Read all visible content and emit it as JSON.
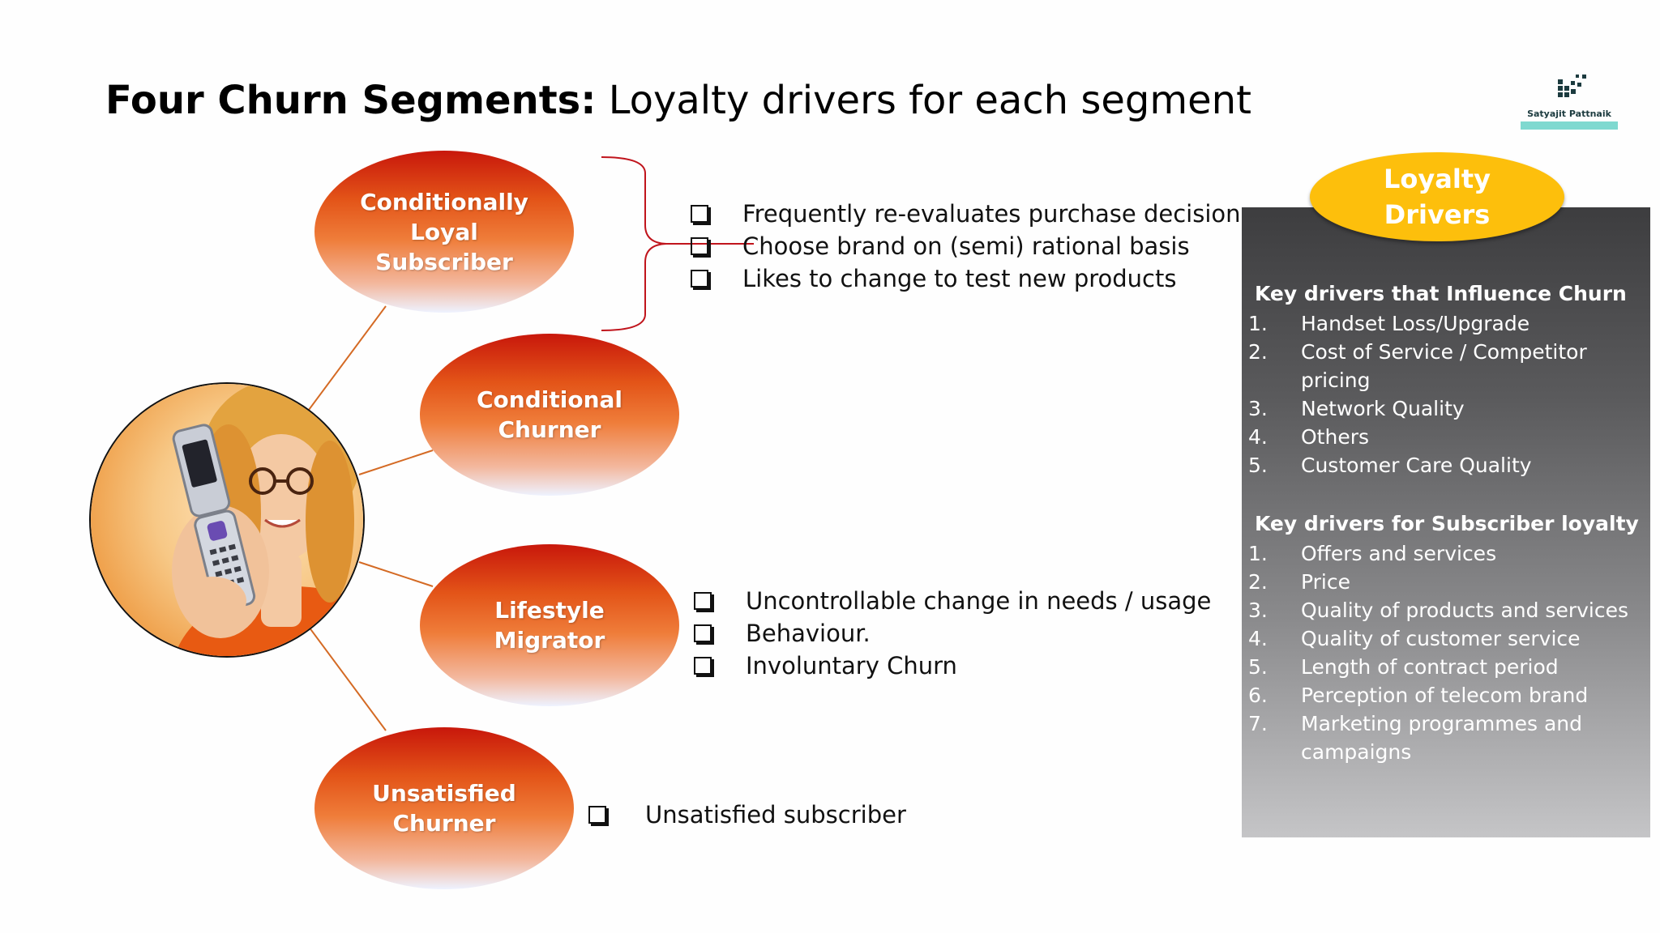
{
  "title": {
    "bold": "Four Churn Segments:",
    "rest": " Loyalty drivers for each segment"
  },
  "logo": {
    "text": "Satyajit Pattnaik",
    "icon": "dot-grid-icon"
  },
  "segments": [
    {
      "label": "Conditionally\nLoyal\nSubscriber"
    },
    {
      "label": "Conditional\nChurner"
    },
    {
      "label": "Lifestyle\nMigrator"
    },
    {
      "label": "Unsatisfied\nChurner"
    }
  ],
  "segment_bullets": {
    "conditionally_loyal": [
      "Frequently re-evaluates purchase decisions",
      "Choose brand on (semi) rational basis",
      "Likes to change to test new products"
    ],
    "lifestyle_migrator": [
      "Uncontrollable change in needs / usage",
      "Behaviour.",
      "Involuntary Churn"
    ],
    "unsatisfied_churner": [
      "Unsatisfied subscriber"
    ]
  },
  "loyalty_badge": "Loyalty\nDrivers",
  "panel": {
    "churn_title": "Key drivers that Influence Churn",
    "churn_drivers": [
      {
        "num": "1.",
        "text": "Handset Loss/Upgrade"
      },
      {
        "num": "2.",
        "text": "Cost of Service / Competitor pricing"
      },
      {
        "num": "3.",
        "text": "Network Quality"
      },
      {
        "num": "4.",
        "text": "Others"
      },
      {
        "num": "5.",
        "text": "Customer Care Quality"
      }
    ],
    "loyalty_title": "Key drivers  for Subscriber loyalty",
    "loyalty_drivers": [
      {
        "num": "1.",
        "text": "Offers and services"
      },
      {
        "num": "2.",
        "text": "Price"
      },
      {
        "num": "3.",
        "text": "Quality of products and services"
      },
      {
        "num": "4.",
        "text": "Quality of customer service"
      },
      {
        "num": "5.",
        "text": "Length of contract period"
      },
      {
        "num": "6.",
        "text": "Perception of telecom brand"
      },
      {
        "num": "7.",
        "text": "Marketing programmes and campaigns"
      }
    ]
  },
  "colors": {
    "connector": "#d46a24",
    "bracket": "#c0141c",
    "badge": "#fdbf0c"
  }
}
